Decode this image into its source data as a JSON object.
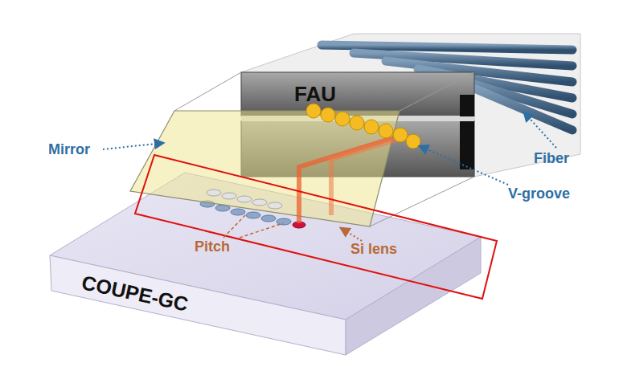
{
  "diagram": {
    "nodes": [
      {
        "text": [
          "FAU"
        ]
      },
      {
        "text": [
          "COUPE-GC"
        ]
      }
    ],
    "labels": [
      "Mirror",
      "Fiber",
      "V-groove",
      "Pitch",
      "Si lens"
    ]
  }
}
